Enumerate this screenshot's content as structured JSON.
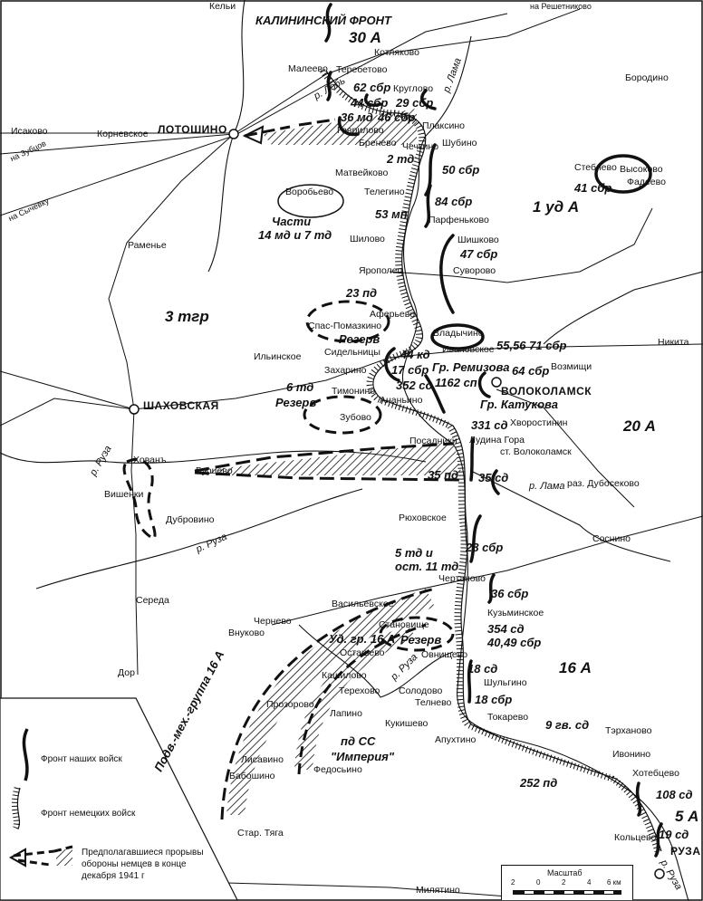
{
  "places": [
    "Кельи",
    "на Решетниково",
    "Котляково",
    "Бородино",
    "Теребетово",
    "Малеево",
    "Круглово",
    "Исаково",
    "Корневское",
    "Гаврилово",
    "Бренево",
    "Плаксино",
    "Чечкино",
    "Шубино",
    "Матвейково",
    "Стеблево",
    "Высоково",
    "Фадеево",
    "Воробьево",
    "Телегино",
    "Парфеньково",
    "Шилово",
    "Шишково",
    "Раменье",
    "Ярополец",
    "Суворово",
    "Аферьево",
    "Спас-Помазкино",
    "Владычино",
    "Никита",
    "Сидельницы",
    "Ивановское",
    "Ильинское",
    "Захарино",
    "Тимонино",
    "Ананьино",
    "Хворостинин",
    "Возмищи",
    "Зубово",
    "Лудина Гора",
    "ст. Волоколамск",
    "Посадники",
    "Хованъ",
    "Бурцево",
    "раз. Дубосеково",
    "Вишенки",
    "Дубровино",
    "Рюховское",
    "Соснино",
    "Середа",
    "Чертаново",
    "Васильевское",
    "Кузьминское",
    "Чернево",
    "Становище",
    "Осташево",
    "Внуково",
    "Овнищево",
    "Кашилово",
    "Солодово",
    "Шульгино",
    "Дор",
    "Терехово",
    "Телнево",
    "Прозорово",
    "Лапино",
    "Кукишево",
    "Токарево",
    "Тэрханово",
    "Апухтино",
    "Ивонино",
    "Лисавино",
    "Бабошино",
    "Федосьино",
    "Хотебцево",
    "Кольцево",
    "Стар. Тяга",
    "Милятино",
    "на Зубцов",
    "на Сычевку"
  ],
  "towns": [
    "ЛОТОШИНО",
    "ШАХОВСКАЯ",
    "ВОЛОКОЛАМСК",
    "РУЗА"
  ],
  "units": [
    "КАЛИНИНСКИЙ ФРОНТ",
    "30 А",
    "62 сбр",
    "44 сбр",
    "29 сбр",
    "36 мд",
    "46 сбр",
    "2 тд",
    "50 сбр",
    "41 сбр",
    "84 сбр",
    "53 мп",
    "1 уд А",
    "Части",
    "14 мд и 7 тд",
    "47 сбр",
    "23 пд",
    "3 тгр",
    "Резерв",
    "55,56 71 сбр",
    "44 кд",
    "17 сбр",
    "Гр. Ремизова",
    "352 сд",
    "1162 сп",
    "Гр. Катукова",
    "64 сбр",
    "6 тд",
    "Резерв",
    "331 сд",
    "20 А",
    "35 пд",
    "35 сд",
    "5 тд и",
    "ост. 11 тд",
    "28 сбр",
    "36 сбр",
    "354 сд",
    "40,49 сбр",
    "Уд. гр. 16 А",
    "Резерв",
    "16 А",
    "18 сд",
    "18 сбр",
    "9 гв. сд",
    "пд СС",
    "\"Империя\"",
    "252 пд",
    "108 сд",
    "5 А",
    "19 сд",
    "Подв.-мех.-группа 16 А"
  ],
  "rivers": [
    "р. Лобь",
    "р. Лама",
    "р. Руза",
    "р. Лама",
    "р. Руза",
    "р. Руза",
    "р. Руза"
  ],
  "legend": {
    "our_front": "Фронт наших войск",
    "german_front": "Фронт немецких войск",
    "breakthroughs": [
      "Предполагавшиеся прорывы",
      "обороны немцев в конце",
      "декабря 1941 г"
    ]
  },
  "scale": {
    "title": "Масштаб",
    "ticks": [
      "2",
      "0",
      "2",
      "4",
      "6 км"
    ]
  }
}
